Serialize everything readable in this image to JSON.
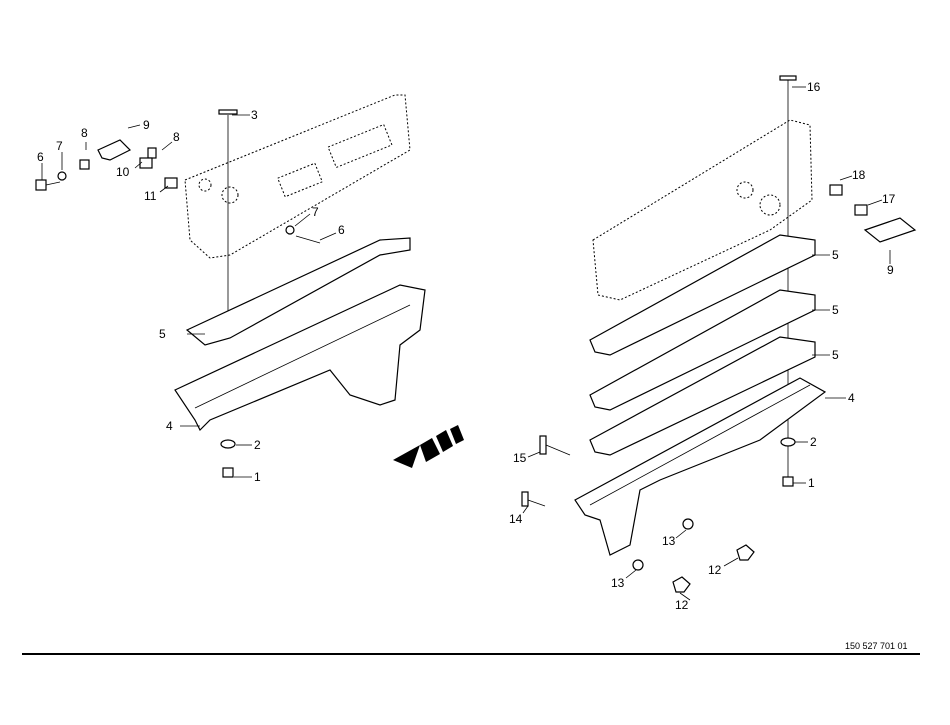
{
  "drawing_number": "150 527 701 01",
  "callouts": {
    "left": [
      "3",
      "9",
      "8",
      "8",
      "7",
      "6",
      "10",
      "11",
      "7",
      "6",
      "5",
      "4",
      "2",
      "1"
    ],
    "right": [
      "16",
      "18",
      "17",
      "9",
      "5",
      "5",
      "5",
      "4",
      "2",
      "1",
      "15",
      "14",
      "13",
      "13",
      "12",
      "12"
    ]
  },
  "icons": {
    "direction": "direction-arrow-icon"
  }
}
